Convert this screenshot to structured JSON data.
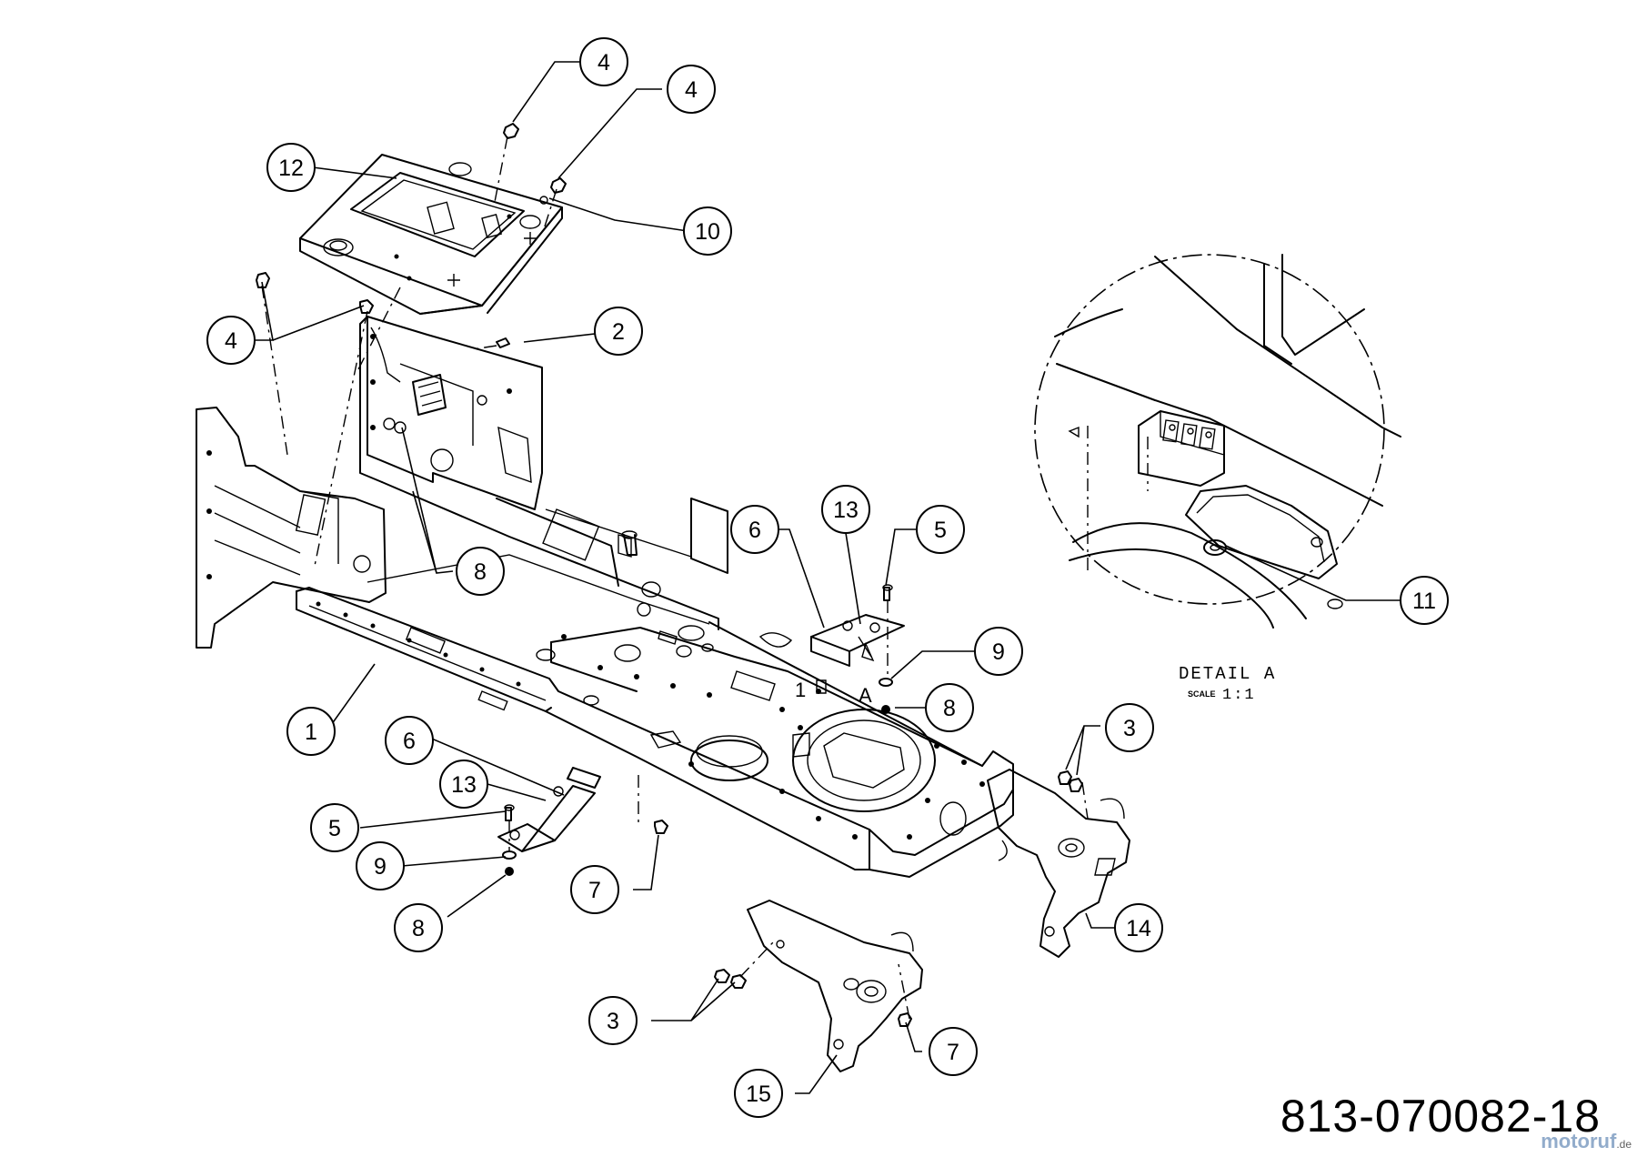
{
  "drawing": {
    "number": "813-070082-18",
    "watermark": "motoruf",
    "watermark_tld": ".de"
  },
  "detail": {
    "title": "DETAIL A",
    "scale_word": "SCALE",
    "scale_value": "1:1",
    "view_letter": "A",
    "view_marker": "1"
  },
  "callouts": {
    "c1": "1",
    "c2": "2",
    "c3a": "3",
    "c3b": "3",
    "c4a": "4",
    "c4b": "4",
    "c4c": "4",
    "c5a": "5",
    "c5b": "5",
    "c6a": "6",
    "c6b": "6",
    "c7a": "7",
    "c7b": "7",
    "c8a": "8",
    "c8b": "8",
    "c8c": "8",
    "c9a": "9",
    "c9b": "9",
    "c10": "10",
    "c11": "11",
    "c12": "12",
    "c13a": "13",
    "c13b": "13",
    "c14": "14",
    "c15": "15"
  }
}
